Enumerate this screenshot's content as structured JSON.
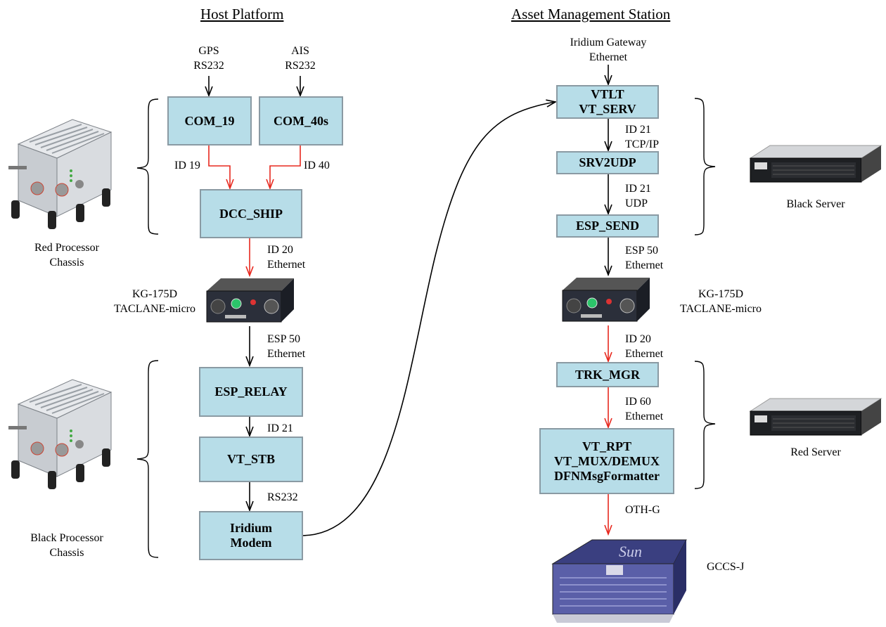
{
  "host_title": "Host Platform",
  "station_title": "Asset Management Station",
  "inputs": {
    "gps": "GPS\nRS232",
    "ais": "AIS\nRS232",
    "iridium_gateway": "Iridium Gateway\nEthernet"
  },
  "host_boxes": {
    "com19": "COM_19",
    "com40": "COM_40s",
    "dcc_ship": "DCC_SHIP",
    "esp_relay": "ESP_RELAY",
    "vt_stb": "VT_STB",
    "iridium_modem": "Iridium\nModem"
  },
  "station_boxes": {
    "vtlt": "VTLT\nVT_SERV",
    "srv2udp": "SRV2UDP",
    "esp_send": "ESP_SEND",
    "trk_mgr": "TRK_MGR",
    "vt_rpt": "VT_RPT\nVT_MUX/DEMUX\nDFNMsgFormatter"
  },
  "links": {
    "id19": "ID 19",
    "id40": "ID 40",
    "id20_eth_host": "ID 20\nEthernet",
    "esp50_eth_host": "ESP 50\nEthernet",
    "id21_host": "ID 21",
    "rs232": "RS232",
    "id21_tcpip": "ID 21\nTCP/IP",
    "id21_udp": "ID 21\nUDP",
    "esp50_eth_station": "ESP 50\nEthernet",
    "id20_eth_station": "ID 20\nEthernet",
    "id60_eth": "ID 60\nEthernet",
    "oth_g": "OTH-G"
  },
  "devices": {
    "red_chassis": "Red Processor\nChassis",
    "black_chassis": "Black Processor\nChassis",
    "kg_host": "KG-175D\nTACLANE-micro",
    "kg_station": "KG-175D\nTACLANE-micro",
    "black_server": "Black Server",
    "red_server": "Red Server",
    "gccs": "GCCS-J"
  },
  "colors": {
    "box_fill": "#b7dde8",
    "box_border": "#8a9aa3",
    "red_link": "#e8281e",
    "black_link": "#000000"
  }
}
